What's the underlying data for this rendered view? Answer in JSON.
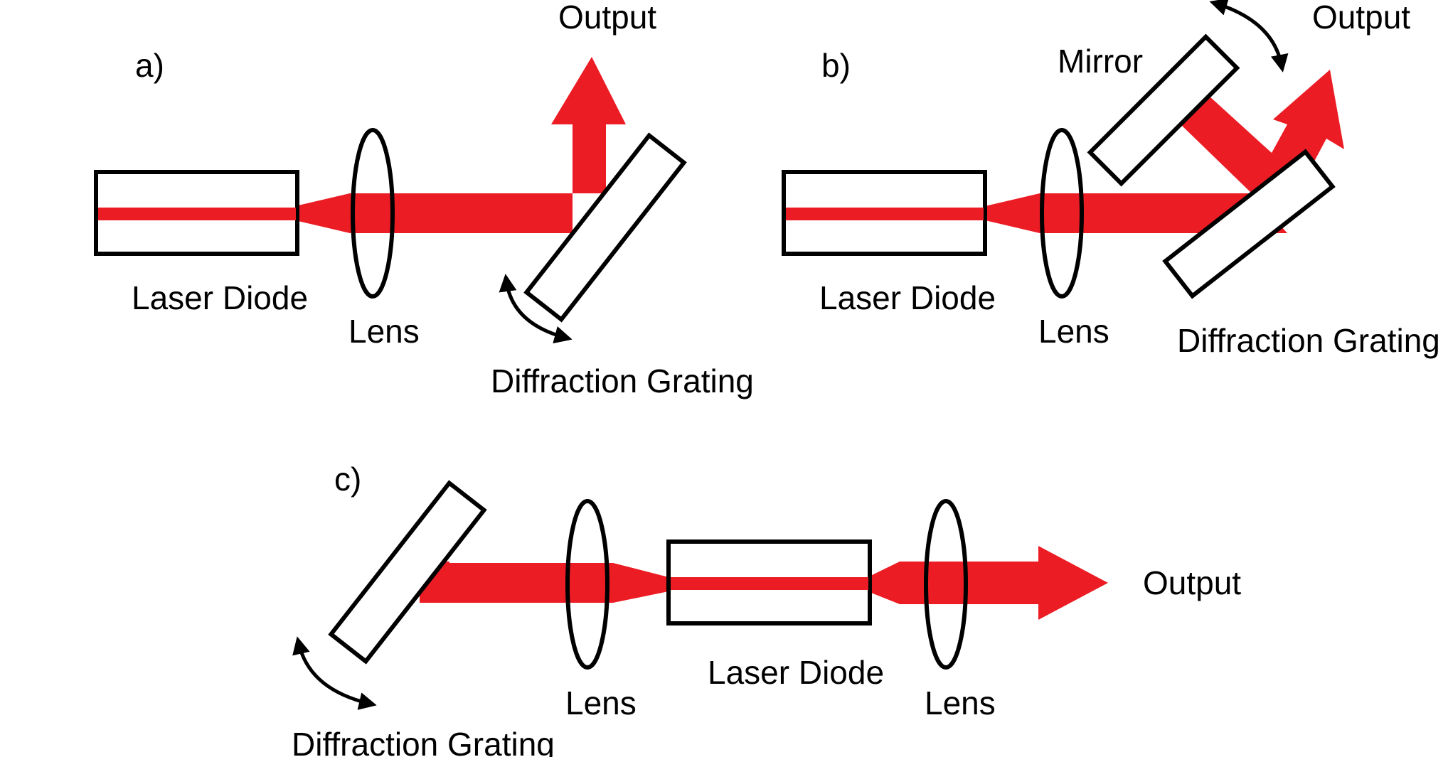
{
  "colors": {
    "beam": "#ec1c24",
    "outline": "#000000",
    "background": "#ffffff"
  },
  "panel_a": {
    "tag": "a)",
    "laser_label": "Laser Diode",
    "lens_label": "Lens",
    "grating_label": "Diffraction Grating",
    "output_label": "Output"
  },
  "panel_b": {
    "tag": "b)",
    "laser_label": "Laser Diode",
    "lens_label": "Lens",
    "grating_label": "Diffraction Grating",
    "mirror_label": "Mirror",
    "output_label": "Output"
  },
  "panel_c": {
    "tag": "c)",
    "laser_label": "Laser Diode",
    "lens1_label": "Lens",
    "lens2_label": "Lens",
    "grating_label": "Diffraction Grating",
    "output_label": "Output"
  }
}
